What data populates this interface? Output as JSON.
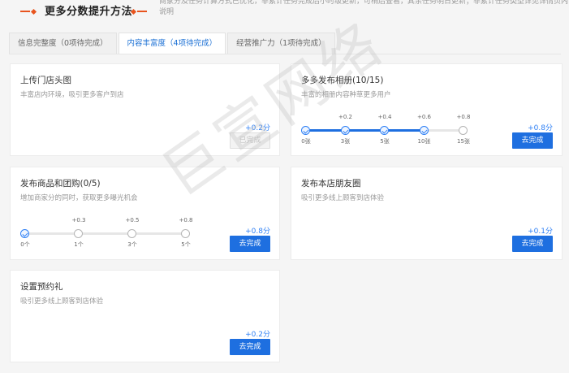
{
  "header": {
    "title": "更多分数提升方法",
    "note": "商家分及任务计算方式已优化，非累计任务完成后小时级更新，可稍后查看，其余任务明日更新；非累计任务类型详见详情页内说明"
  },
  "tabs": [
    {
      "label": "信息完整度（0项待完成）",
      "active": false
    },
    {
      "label": "内容丰富度（4项待完成）",
      "active": true
    },
    {
      "label": "经营推广力（1项待完成）",
      "active": false
    }
  ],
  "cards": {
    "avatar": {
      "title": "上传门店头图",
      "desc": "丰富店内环境，吸引更多客户到店",
      "points": "+0.2分",
      "button": "已完成",
      "button_state": "disabled"
    },
    "album": {
      "title": "多多发布相册(10/15)",
      "desc": "丰富的相册内容种草更多用户",
      "points": "+0.8分",
      "button": "去完成",
      "progress": [
        {
          "plus": "",
          "label": "0张",
          "done": true
        },
        {
          "plus": "+0.2",
          "label": "3张",
          "done": true
        },
        {
          "plus": "+0.4",
          "label": "5张",
          "done": true
        },
        {
          "plus": "+0.6",
          "label": "10张",
          "done": true
        },
        {
          "plus": "+0.8",
          "label": "15张",
          "done": false
        }
      ],
      "filled_fraction": 0.75
    },
    "goods": {
      "title": "发布商品和团购(0/5)",
      "desc": "增加商家分的同时，获取更多曝光机会",
      "points": "+0.8分",
      "button": "去完成",
      "progress": [
        {
          "plus": "",
          "label": "0个",
          "done": true
        },
        {
          "plus": "+0.3",
          "label": "1个",
          "done": false
        },
        {
          "plus": "+0.5",
          "label": "3个",
          "done": false
        },
        {
          "plus": "+0.8",
          "label": "5个",
          "done": false
        }
      ],
      "filled_fraction": 0
    },
    "moments": {
      "title": "发布本店朋友圈",
      "desc": "吸引更多线上顾客到店体验",
      "points": "+0.1分",
      "button": "去完成"
    },
    "gift": {
      "title": "设置预约礼",
      "desc": "吸引更多线上顾客到店体验",
      "points": "+0.2分",
      "button": "去完成"
    }
  },
  "watermark": "巨宣网络",
  "colors": {
    "accent": "#1e6fe0",
    "title_deco": "#e8541e"
  }
}
